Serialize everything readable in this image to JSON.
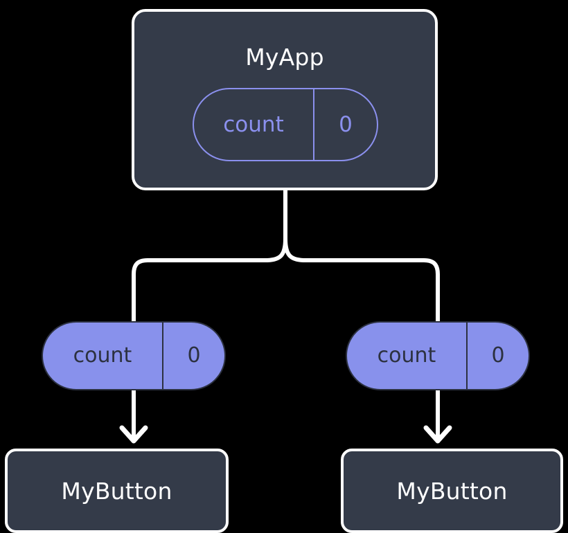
{
  "diagram": {
    "type": "component-state-tree",
    "background_color": "#000000",
    "wire_color": "#ffffff",
    "box_fill": "#343b49",
    "box_border": "#ffffff",
    "pill_accent": "#8b90ee",
    "pill_fill": "#8891ec",
    "pill_text_dark": "#2c3140",
    "root": {
      "title": "MyApp",
      "state": {
        "key": "count",
        "value": "0"
      }
    },
    "branches": [
      {
        "prop": {
          "key": "count",
          "value": "0"
        },
        "child": {
          "title": "MyButton"
        }
      },
      {
        "prop": {
          "key": "count",
          "value": "0"
        },
        "child": {
          "title": "MyButton"
        }
      }
    ]
  }
}
